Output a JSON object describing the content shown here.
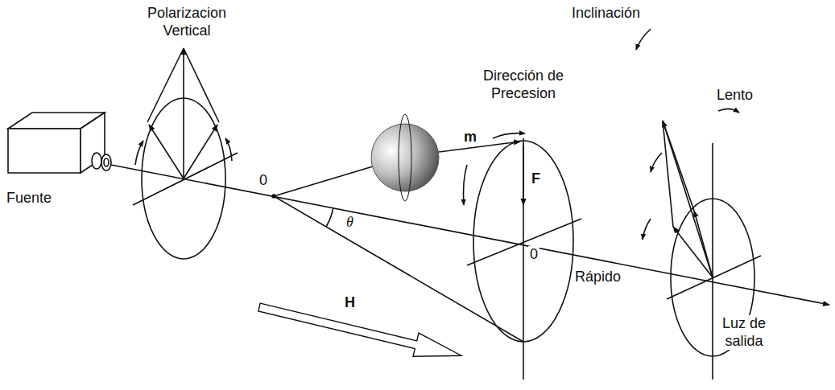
{
  "diagram": {
    "labels": [
      "Polarizacion Vertical",
      "Dirección de Precesion",
      "Fuente",
      "m",
      "F",
      "0",
      "θ",
      "0",
      "Inclinación",
      "Lento",
      "Rápido",
      "Luz de salida",
      "H"
    ]
  }
}
